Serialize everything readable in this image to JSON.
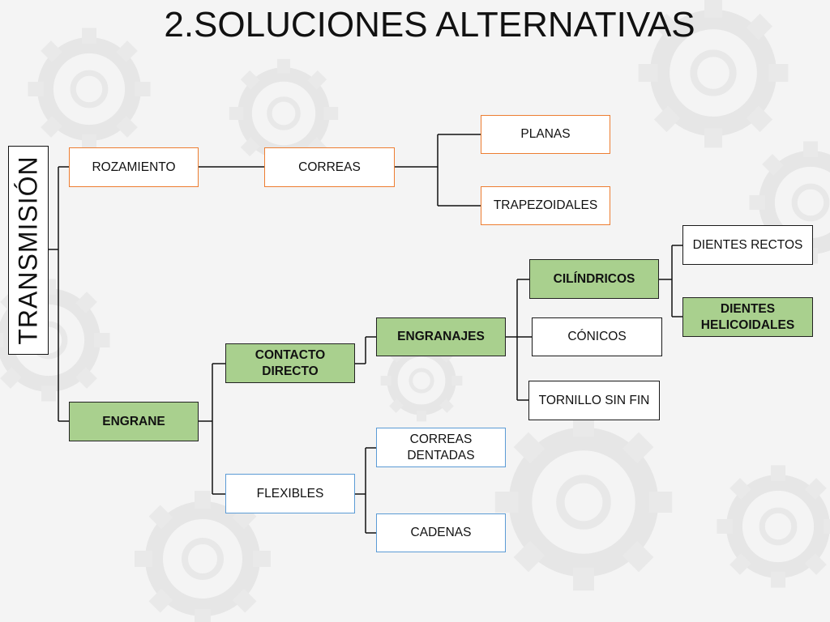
{
  "title": "2.SOLUCIONES ALTERNATIVAS",
  "root": "TRANSMISIÓN",
  "nodes": {
    "rozamiento": "ROZAMIENTO",
    "correas": "CORREAS",
    "planas": "PLANAS",
    "trapezoidales": "TRAPEZOIDALES",
    "engrane": "ENGRANE",
    "contacto_directo": "CONTACTO DIRECTO",
    "flexibles": "FLEXIBLES",
    "engranajes": "ENGRANAJES",
    "cilindricos": "CILÍNDRICOS",
    "conicos": "CÓNICOS",
    "tornillo_sin_fin": "TORNILLO SIN FIN",
    "dientes_rectos": "DIENTES RECTOS",
    "dientes_helicoidales": "DIENTES HELICOIDALES",
    "correas_dentadas": "CORREAS DENTADAS",
    "cadenas": "CADENAS"
  },
  "colors": {
    "green_fill": "#a9d08e",
    "orange_border": "#ed7d31",
    "blue_border": "#5b9bd5"
  }
}
